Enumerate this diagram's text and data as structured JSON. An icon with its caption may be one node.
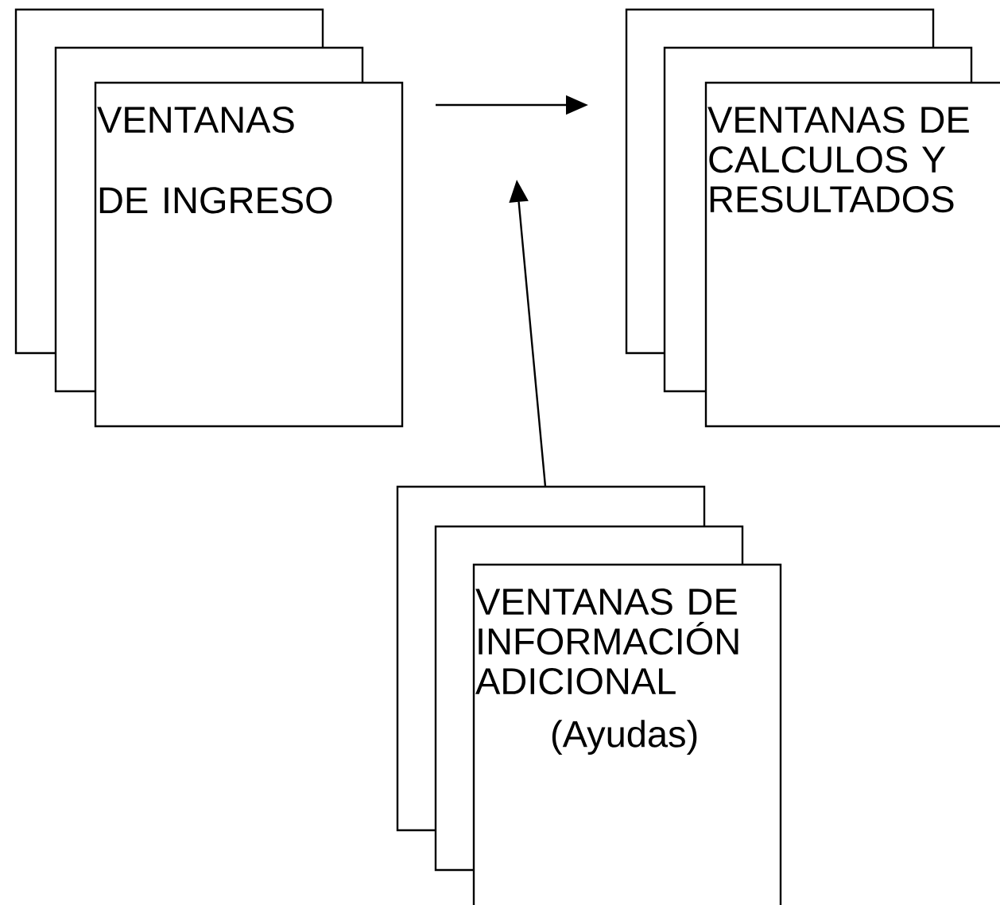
{
  "diagram": {
    "nodes": [
      {
        "text": [],
        "shape": "box"
      },
      {
        "text": [],
        "shape": "box"
      },
      {
        "text": [
          "VENTANAS",
          "DE INGRESO"
        ]
      },
      {
        "text": [],
        "shape": "box"
      },
      {
        "text": [],
        "shape": "box"
      },
      {
        "text": [
          "VENTANAS DE CALCULOS Y RESULTADOS"
        ]
      },
      {
        "text": [],
        "shape": "box"
      },
      {
        "text": [],
        "shape": "box"
      },
      {
        "text": [
          "VENTANAS DE INFORMACIÓN ADICIONAL",
          "(Ayudas)"
        ]
      }
    ],
    "edges": [
      {
        "from": 2,
        "to": 3,
        "arrow": "to"
      },
      {
        "from": 6,
        "to": null,
        "arrow": "to"
      }
    ]
  }
}
